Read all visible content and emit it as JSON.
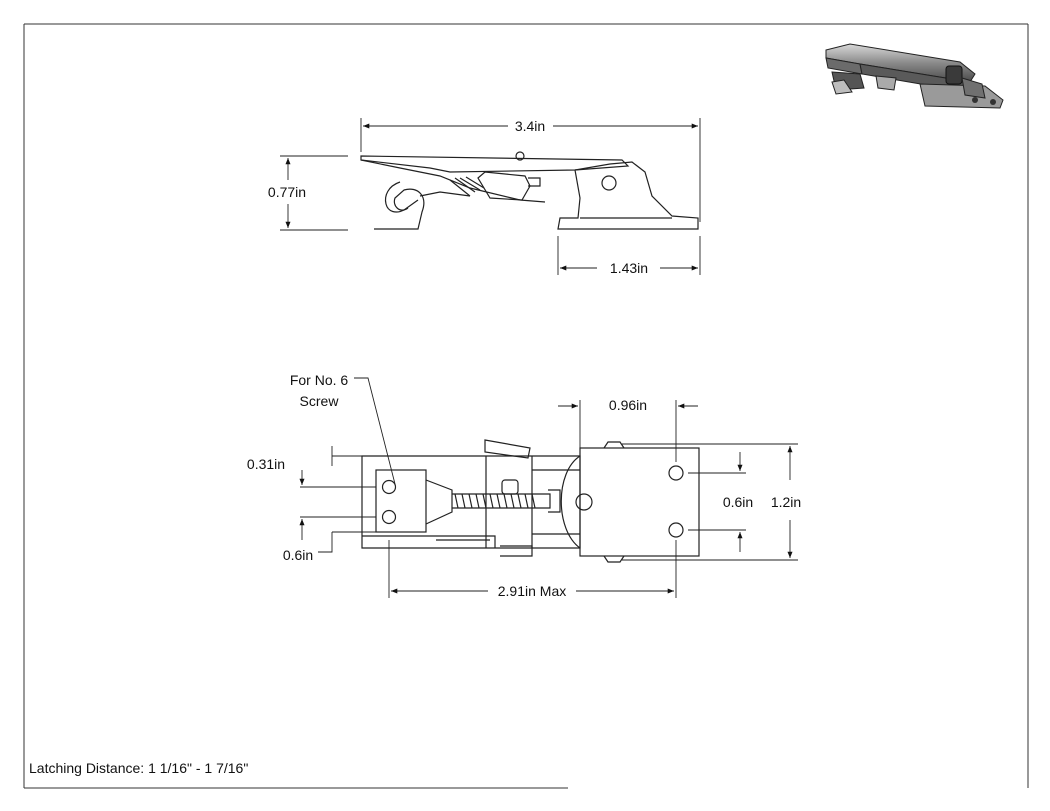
{
  "dimensions": {
    "overall_length": "3.4in",
    "height": "0.77in",
    "base_length": "1.43in",
    "hole_offset": "0.96in",
    "hole_spacing_right": "0.6in",
    "base_width": "1.2in",
    "keeper_hole_top": "0.31in",
    "keeper_hole_spacing": "0.6in",
    "max_span": "2.91in Max"
  },
  "callout": {
    "line1": "For No. 6",
    "line2": "Screw"
  },
  "footer": {
    "latching_distance": "Latching Distance: 1 1/16\" - 1 7/16\""
  }
}
